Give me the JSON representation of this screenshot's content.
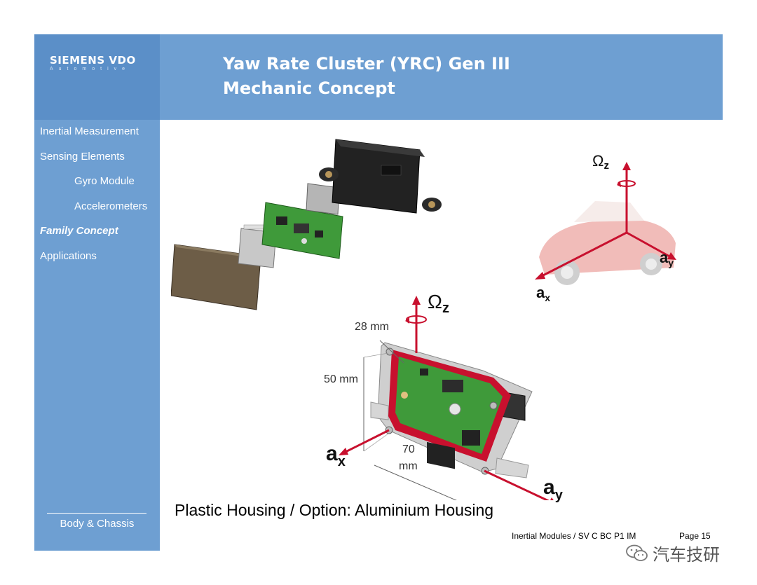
{
  "header": {
    "logo": {
      "brand": "SIEMENS VDO",
      "tagline": "Automotive"
    },
    "title_line1": "Yaw Rate Cluster (YRC) Gen III",
    "title_line2": "Mechanic Concept"
  },
  "sidebar": {
    "items": [
      {
        "label": "Inertial Measurement",
        "level": 0,
        "active": false
      },
      {
        "label": "Sensing Elements",
        "level": 0,
        "active": false
      },
      {
        "label": "Gyro Module",
        "level": 1,
        "active": false
      },
      {
        "label": "Accelerometers",
        "level": 1,
        "active": false
      },
      {
        "label": "Family Concept",
        "level": 0,
        "active": true
      },
      {
        "label": "Applications",
        "level": 0,
        "active": false
      }
    ],
    "footer": "Body & Chassis"
  },
  "figures": {
    "car_axes": {
      "omega": "Ω",
      "omega_sub": "z",
      "ax": "a",
      "ax_sub": "x",
      "ay": "a",
      "ay_sub": "y"
    },
    "module": {
      "omega": "Ω",
      "omega_sub": "z",
      "ax": "a",
      "ax_sub": "x",
      "ay": "a",
      "ay_sub": "y",
      "dim_depth": "28 mm",
      "dim_height": "50 mm",
      "dim_width_value": "70",
      "dim_width_unit": "mm"
    }
  },
  "caption": "Plastic Housing  / Option: Aluminium Housing",
  "footer": {
    "doc": "Inertial Modules / SV C BC P1 IM",
    "page": "Page 15"
  },
  "watermark": "汽车技研",
  "colors": {
    "band": "#6e9fd2",
    "logo_band": "#5b8fc8",
    "axis_red": "#c8102e",
    "pcb_green": "#3f9a3a"
  }
}
